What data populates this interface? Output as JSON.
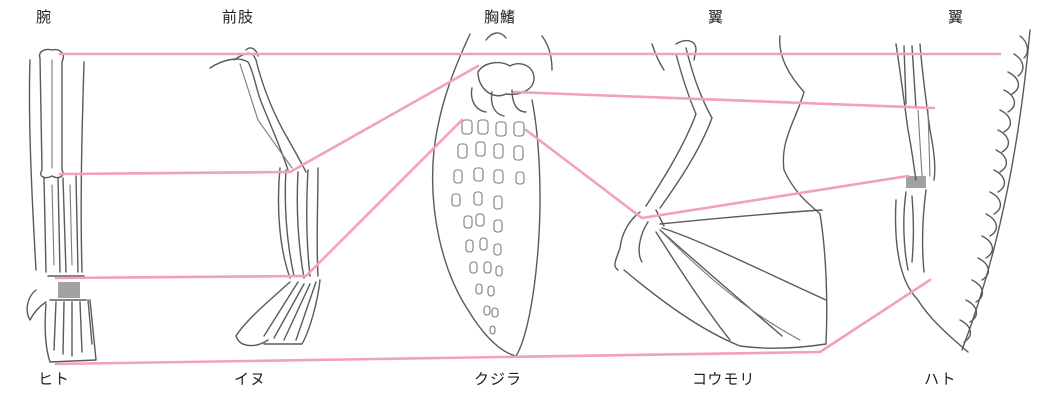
{
  "top_labels": {
    "human": "腕",
    "dog": "前肢",
    "whale": "胸鰭",
    "bat": "翼",
    "pigeon": "翼"
  },
  "bottom_labels": {
    "human": "ヒト",
    "dog": "イヌ",
    "whale": "クジラ",
    "bat": "コウモリ",
    "pigeon": "ハト"
  },
  "colors": {
    "connector": "#f2a0bf",
    "sketch": "#5a5a5a",
    "background": "#ffffff"
  }
}
